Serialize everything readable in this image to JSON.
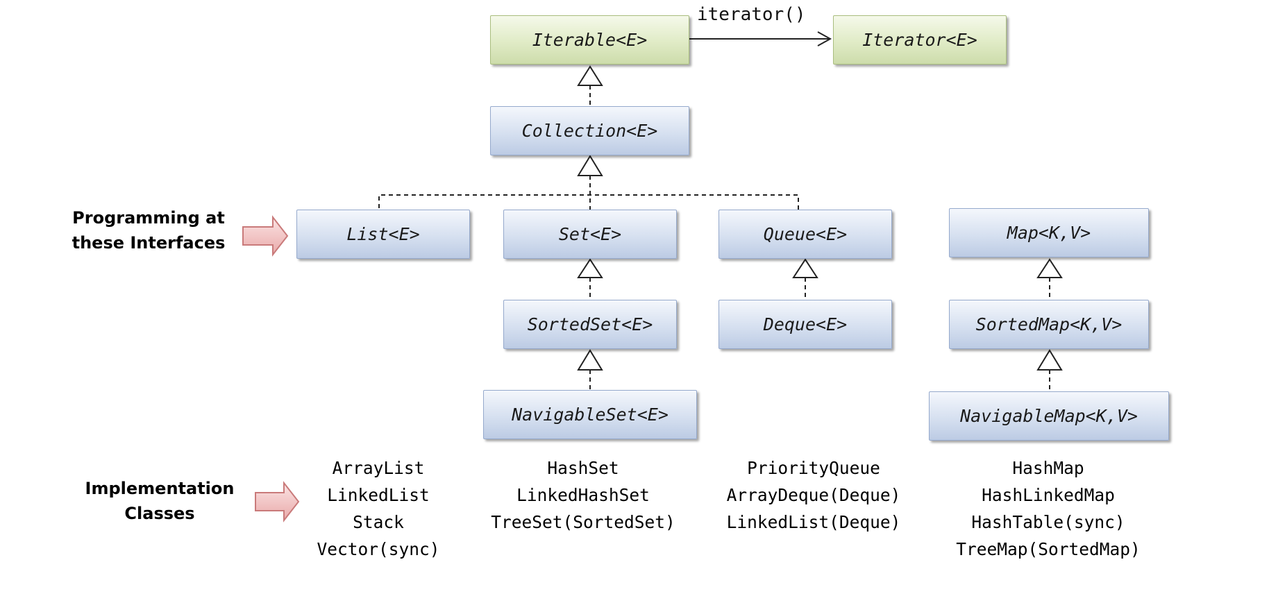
{
  "top": {
    "iterable": "Iterable<E>",
    "iterator": "Iterator<E>",
    "iterator_method": "iterator()"
  },
  "interfaces": {
    "collection": "Collection<E>",
    "list": "List<E>",
    "set": "Set<E>",
    "queue": "Queue<E>",
    "map": "Map<K,V>",
    "sorted_set": "SortedSet<E>",
    "deque": "Deque<E>",
    "sorted_map": "SortedMap<K,V>",
    "navigable_set": "NavigableSet<E>",
    "navigable_map": "NavigableMap<K,V>"
  },
  "side_labels": {
    "programming_line1": "Programming at",
    "programming_line2": "these Interfaces",
    "implementation_line1": "Implementation",
    "implementation_line2": "Classes"
  },
  "implementations": {
    "list": [
      "ArrayList",
      "LinkedList",
      "Stack",
      "Vector(sync)"
    ],
    "set": [
      "HashSet",
      "LinkedHashSet",
      "TreeSet(SortedSet)"
    ],
    "queue": [
      "PriorityQueue",
      "ArrayDeque(Deque)",
      "LinkedList(Deque)"
    ],
    "map": [
      "HashMap",
      "HashLinkedMap",
      "HashTable(sync)",
      "TreeMap(SortedMap)"
    ]
  },
  "colors": {
    "interface_fill": "#d6e0f0",
    "interface_border": "#95a9cc",
    "iterable_fill": "#e0ebc6",
    "iterable_border": "#a9bd7e",
    "arrow_fill": "#f2c3c3",
    "arrow_border": "#c97a7a"
  }
}
